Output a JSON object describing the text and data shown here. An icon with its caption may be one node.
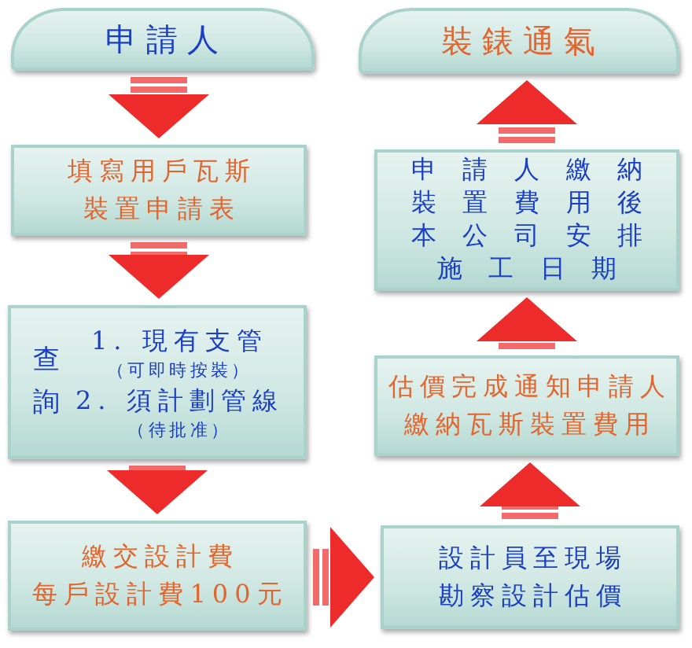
{
  "diagram": {
    "nodes": [
      {
        "text": [
          "申請人"
        ]
      },
      {
        "text": [
          "填寫用戶瓦斯裝置申請表"
        ]
      },
      {
        "text": [
          "查詢",
          "1. 現有支管",
          "（可即時按裝）",
          "2. 須計劃管線",
          "（待批准）"
        ]
      },
      {
        "text": [
          "繳交設計費",
          "每戶設計費100元"
        ]
      },
      {
        "text": [
          "設計員至現場勘察設計估價"
        ]
      },
      {
        "text": [
          "估價完成通知申請人繳納瓦斯裝置費用"
        ]
      },
      {
        "text": [
          "申請人繳納裝置費用後本公司安排施工日期"
        ]
      },
      {
        "text": [
          "裝錶通氣"
        ]
      }
    ],
    "edges": [
      {
        "from": 0,
        "to": 1,
        "arrow": "to"
      },
      {
        "from": 1,
        "to": 2,
        "arrow": "to"
      },
      {
        "from": 2,
        "to": 3,
        "arrow": "to"
      },
      {
        "from": 3,
        "to": 4,
        "arrow": "to"
      },
      {
        "from": 4,
        "to": 5,
        "arrow": "to"
      },
      {
        "from": 5,
        "to": 6,
        "arrow": "to"
      },
      {
        "from": 6,
        "to": 7,
        "arrow": "to"
      }
    ]
  }
}
